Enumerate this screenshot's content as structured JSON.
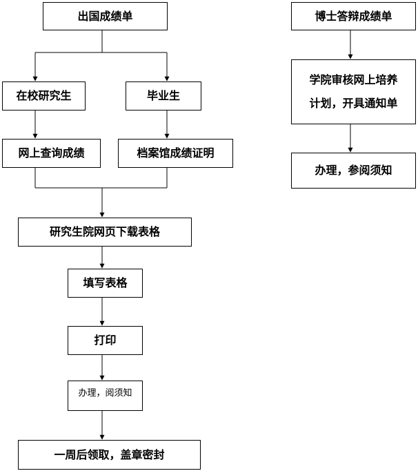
{
  "left_flow": {
    "start": "出国成绩单",
    "branch_current": "在校研究生",
    "branch_graduate": "毕业生",
    "online_query": "网上查询成绩",
    "archive_proof": "档案馆成绩证明",
    "download_form": "研究生院网页下载表格",
    "fill_form": "填写表格",
    "print": "打印",
    "handle_notice": "办理，阅须知",
    "collect": "一周后领取，盖章密封"
  },
  "right_flow": {
    "start": "博士答辩成绩单",
    "review_line1": "学院审核网上培养",
    "review_line2": "计划，开具通知单",
    "handle": "办理，参阅须知"
  }
}
